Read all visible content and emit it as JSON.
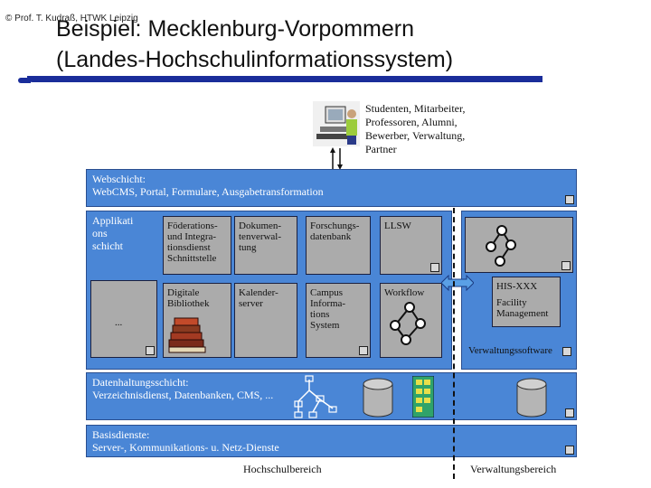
{
  "slide": {
    "copyright": "© Prof. T. Kudraß, HTWK Leipzig",
    "title_line1": "Beispiel: Mecklenburg-Vorpommern",
    "title_line2": "(Landes-Hochschulinformationssystem)"
  },
  "diagram": {
    "users_label": [
      "Studenten, Mitarbeiter,",
      "Professoren, Alumni,",
      "Bewerber, Verwaltung,",
      "Partner"
    ],
    "web_layer": [
      "Webschicht:",
      "WebCMS, Portal, Formulare, Ausgabetransformation"
    ],
    "app_layer": [
      "Applikati",
      "ons",
      "schicht"
    ],
    "boxes": {
      "foederation": [
        "Föderations-",
        "und Integra-",
        "tionsdienst",
        "Schnittstelle"
      ],
      "dokument": [
        "Dokumen-",
        "tenverwal-",
        "tung"
      ],
      "forschung": [
        "Forschungs-",
        "datenbank"
      ],
      "llsw": "LLSW",
      "ellipsis": "...",
      "bibliothek": [
        "Digitale",
        "Bibliothek"
      ],
      "kalender": [
        "Kalender-",
        "server"
      ],
      "campus": [
        "Campus",
        "Informa-",
        "tions",
        "System"
      ],
      "workflow": "Workflow",
      "his": [
        "HIS-XXX",
        "Facility",
        "Management"
      ],
      "verwaltungssoftware": "Verwaltungssoftware"
    },
    "data_layer": [
      "Datenhaltungsschicht:",
      "Verzeichnisdienst, Datenbanken, CMS, ..."
    ],
    "base_layer": [
      "Basisdienste:",
      "Server-, Kommunikations- u. Netz-Dienste"
    ],
    "footer_left": "Hochschulbereich",
    "footer_right": "Verwaltungsbereich"
  }
}
